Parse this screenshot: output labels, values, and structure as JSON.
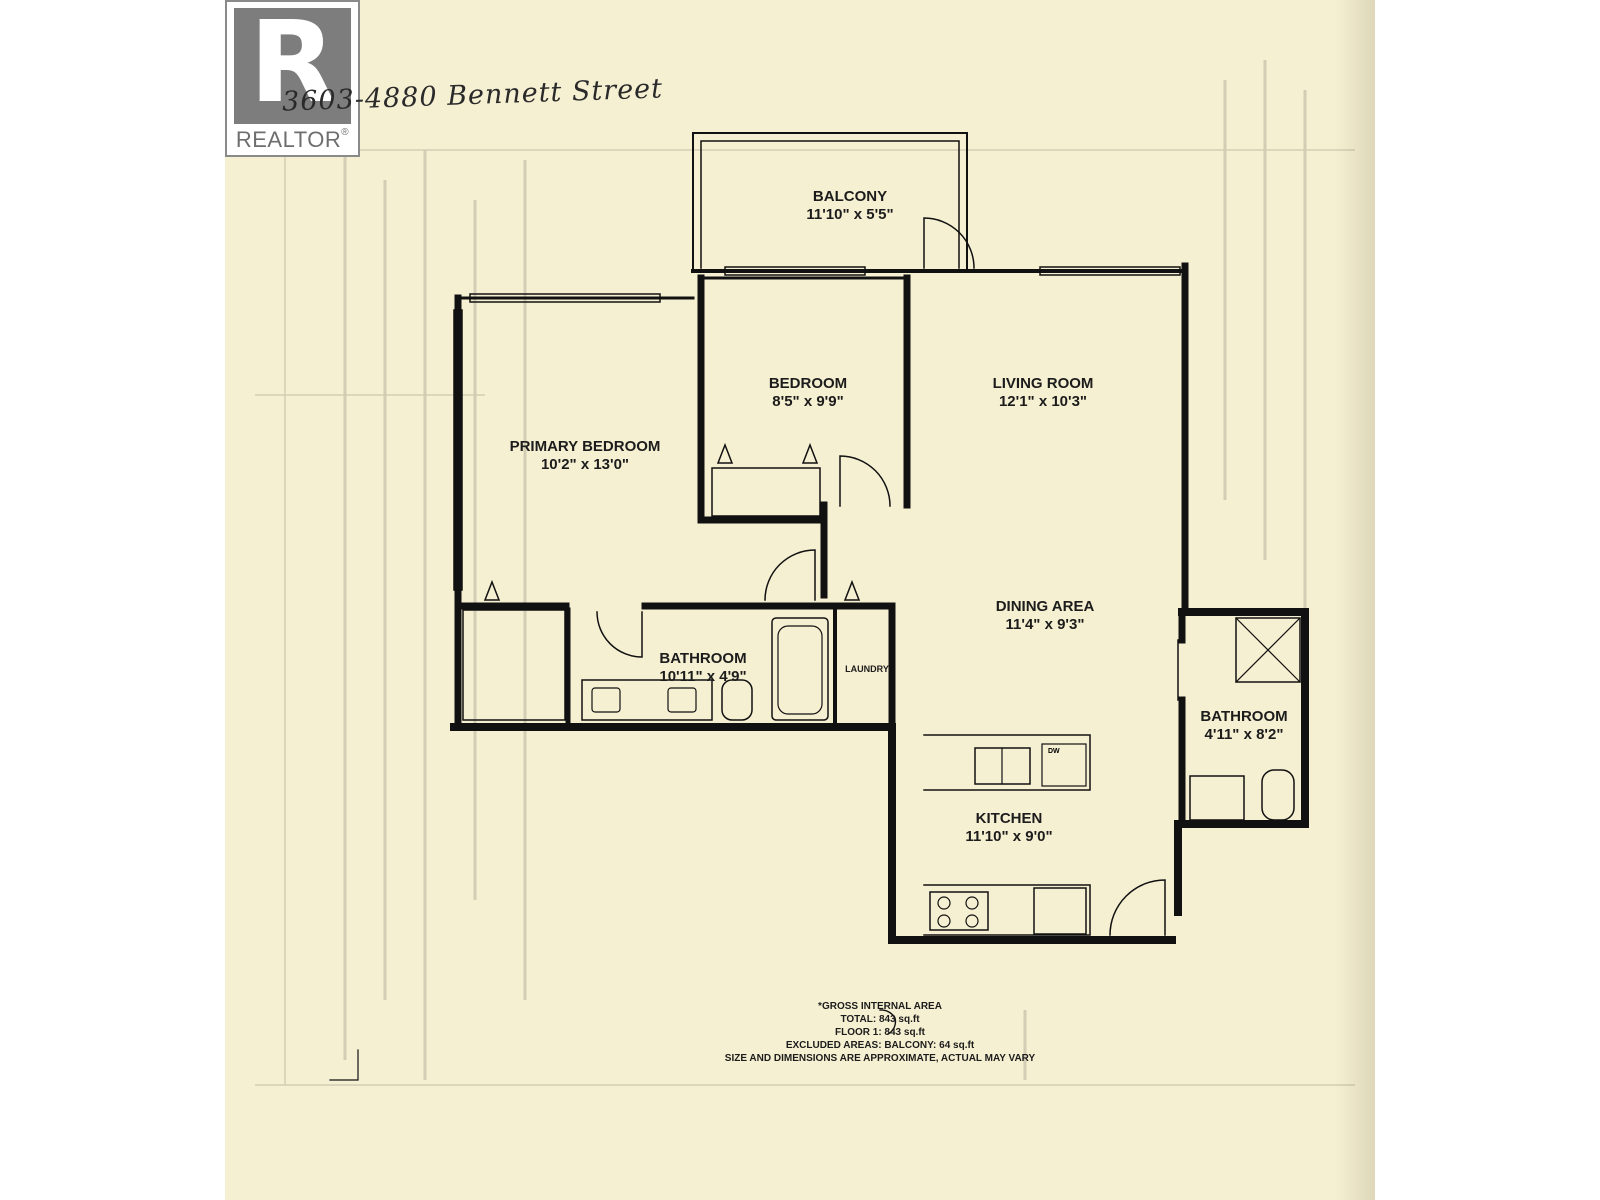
{
  "watermark": {
    "brand": "REALTOR",
    "registered_mark": "®",
    "glyph": "R",
    "color": "#7d7d7d"
  },
  "address_note": "3603-4880 Bennett Street",
  "rooms": {
    "balcony": {
      "name": "BALCONY",
      "dims": "11'10\" x 5'5\""
    },
    "bedroom": {
      "name": "BEDROOM",
      "dims": "8'5\" x 9'9\""
    },
    "living_room": {
      "name": "LIVING ROOM",
      "dims": "12'1\" x 10'3\""
    },
    "primary_bedroom": {
      "name": "PRIMARY BEDROOM",
      "dims": "10'2\" x 13'0\""
    },
    "dining_area": {
      "name": "DINING AREA",
      "dims": "11'4\" x 9'3\""
    },
    "bathroom_main": {
      "name": "BATHROOM",
      "dims": "10'11\" x 4'9\""
    },
    "laundry": {
      "name": "LAUNDRY"
    },
    "bathroom_ensuite": {
      "name": "BATHROOM",
      "dims": "4'11\" x 8'2\""
    },
    "kitchen": {
      "name": "KITCHEN",
      "dims": "11'10\" x 9'0\"",
      "dishwasher": "DW"
    }
  },
  "area_summary": {
    "heading": "*GROSS INTERNAL AREA",
    "total": "TOTAL: 843 sq.ft",
    "floor": "FLOOR 1: 843 sq.ft",
    "excluded": "EXCLUDED AREAS: BALCONY: 64 sq.ft",
    "disclaimer": "SIZE AND DIMENSIONS ARE APPROXIMATE, ACTUAL MAY VARY"
  },
  "colors": {
    "paper": "#f6f0d2",
    "wall": "#111111"
  }
}
